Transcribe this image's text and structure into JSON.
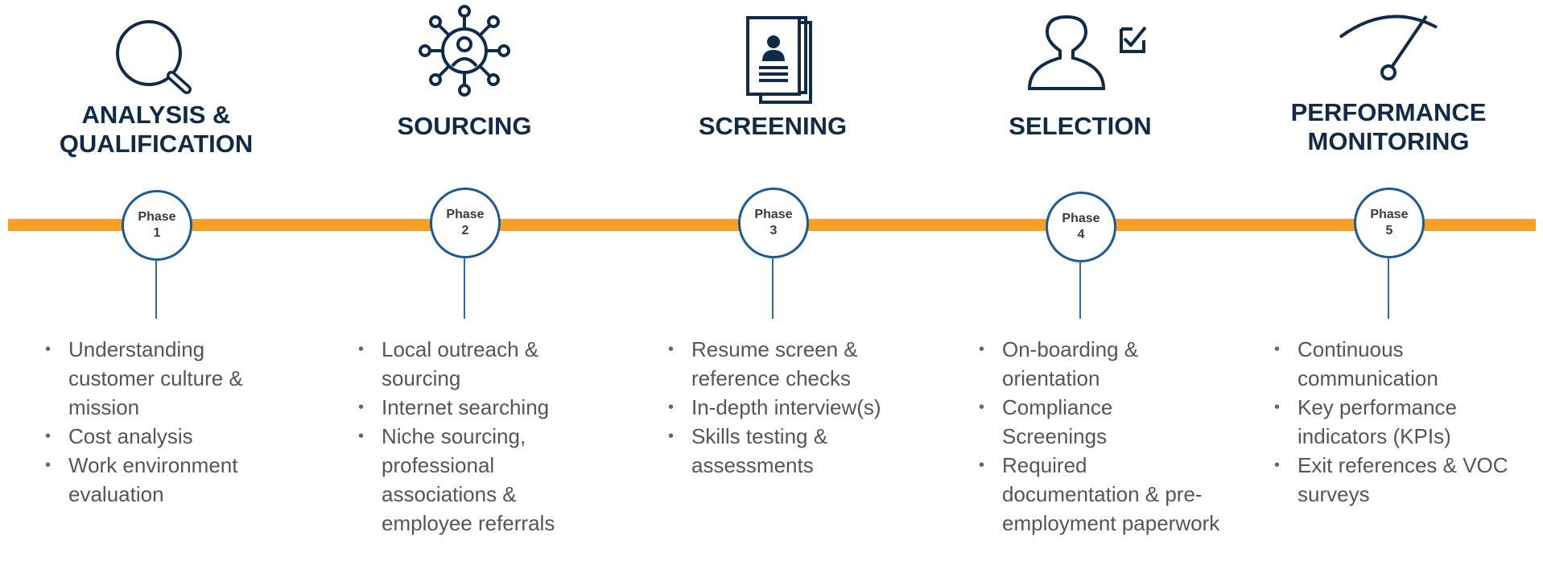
{
  "colors": {
    "timeline": "#F7A025",
    "node_border": "#1B5A94",
    "title": "#0F2B47",
    "bullet_text": "#555555"
  },
  "phases": [
    {
      "icon": "magnifier-icon",
      "title": "ANALYSIS &\nQUALIFICATION",
      "node_label": "Phase",
      "node_number": "1",
      "bullets": [
        "Understanding customer culture & mission",
        "Cost analysis",
        "Work environment evaluation"
      ]
    },
    {
      "icon": "network-person-icon",
      "title": "SOURCING",
      "node_label": "Phase",
      "node_number": "2",
      "bullets": [
        "Local outreach & sourcing",
        "Internet searching",
        "Niche sourcing, professional associations & employee referrals"
      ]
    },
    {
      "icon": "resume-document-icon",
      "title": "SCREENING",
      "node_label": "Phase",
      "node_number": "3",
      "bullets": [
        "Resume screen & reference checks",
        "In-depth interview(s)",
        "Skills testing & assessments"
      ]
    },
    {
      "icon": "person-checkbox-icon",
      "title": "SELECTION",
      "node_label": "Phase",
      "node_number": "4",
      "bullets": [
        "On-boarding & orientation",
        "Compliance Screenings",
        "Required documentation & pre-employment paperwork"
      ]
    },
    {
      "icon": "gauge-icon",
      "title": "PERFORMANCE\nMONITORING",
      "node_label": "Phase",
      "node_number": "5",
      "bullets": [
        "Continuous communication",
        "Key performance indicators (KPIs)",
        "Exit references & VOC surveys"
      ]
    }
  ]
}
